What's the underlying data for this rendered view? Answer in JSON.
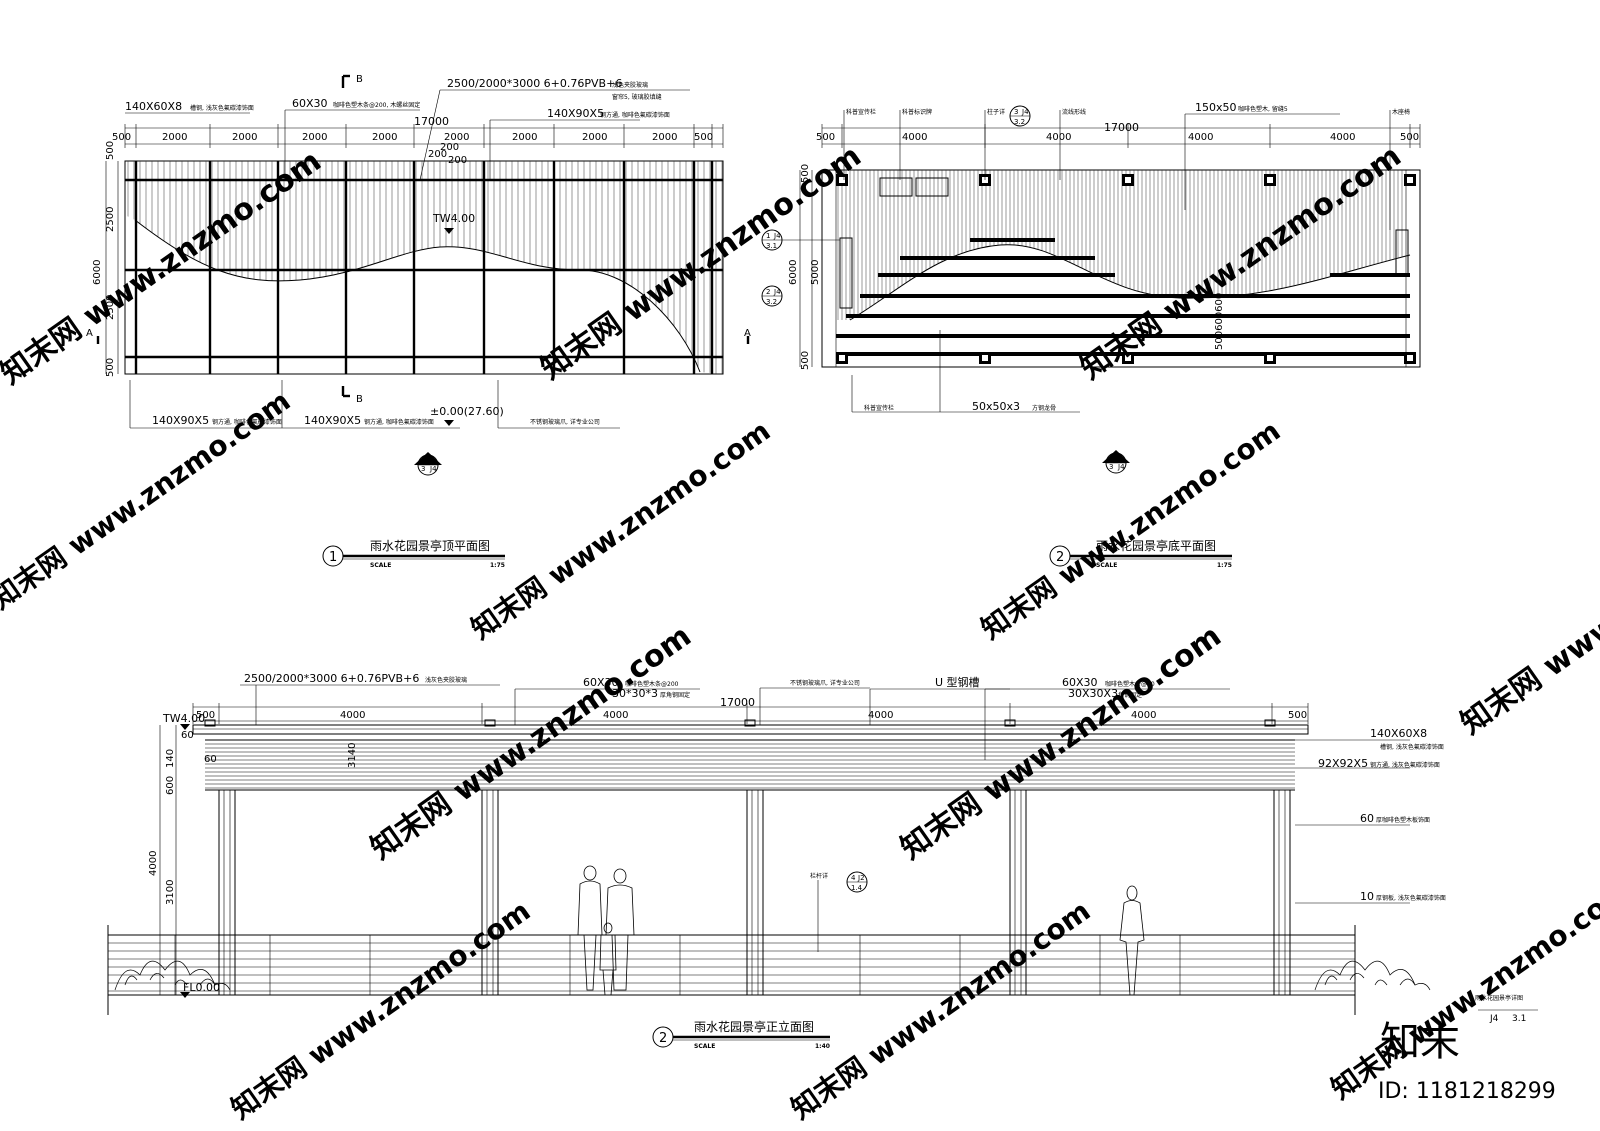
{
  "plan1": {
    "title": "雨水花园景亭顶平面图",
    "number": "1",
    "scale_label": "SCALE",
    "scale_value": "1:75",
    "section_marker_top": "B",
    "section_marker_bottom": "B",
    "section_marker_left": "A",
    "section_marker_right": "A",
    "overall_dim": "17000",
    "bay_dims": [
      "500",
      "2000",
      "2000",
      "2000",
      "2000",
      "2000",
      "2000",
      "2000",
      "2000",
      "500"
    ],
    "left_dims": [
      "500",
      "2500",
      "6000",
      "2500",
      "500"
    ],
    "small_dims": [
      "200",
      "200",
      "200"
    ],
    "elevation_mark": "TW4.00",
    "ground_mark": "±0.00(27.60)",
    "callout_top": "3",
    "callout_bottom": "J4",
    "notes": {
      "n1": "140X60X8",
      "n1s": "槽钢, 浅灰色氟碳漆饰面",
      "n2": "60X30",
      "n2s": "咖啡色塑木条@200, 木螺丝固定",
      "n3": "2500/2000*3000  6+0.76PVB+6",
      "n3s": "浅色夹胶玻璃",
      "n3b": "窗帘5, 玻璃胶填缝",
      "n4": "140X90X5",
      "n4s": "钢方通, 咖啡色氟碳漆饰面",
      "n5": "140X90X5",
      "n5s": "钢方通, 咖啡色氟碳漆饰面",
      "n6": "140X90X5",
      "n6s": "钢方通, 咖啡色氟碳漆饰面",
      "n7": "不锈钢玻璃爪, 详专业公司"
    }
  },
  "plan2": {
    "title": "雨水花园景亭底平面图",
    "number": "2",
    "scale_label": "SCALE",
    "scale_value": "1:75",
    "overall_dim": "17000",
    "bay_dims": [
      "500",
      "4000",
      "4000",
      "4000",
      "4000",
      "500"
    ],
    "left_dims": [
      "500",
      "6000",
      "5000",
      "500"
    ],
    "mid_dim": "500600600",
    "callout_top": "3",
    "callout_bottom": "J4",
    "detail_1": {
      "top": "1",
      "right": "J4",
      "bottom": "3.1"
    },
    "detail_2": {
      "top": "2",
      "right": "J4",
      "bottom": "3.2"
    },
    "detail_3": {
      "top": "3",
      "right": "J4",
      "bottom": "3.2"
    },
    "notes": {
      "a": "科普宣传栏",
      "b": "科普标识牌",
      "c": "柱子详",
      "d": "流线形线",
      "e": "150x50",
      "es": "咖啡色塑木, 留缝5",
      "f": "木座椅",
      "g": "科普宣传栏",
      "h": "50x50x3",
      "hs": "方钢龙骨"
    }
  },
  "elevation": {
    "title": "雨水花园景亭正立面图",
    "number": "2",
    "scale_label": "SCALE",
    "scale_value": "1:40",
    "overall_dim": "17000",
    "bay_dims": [
      "500",
      "4000",
      "4000",
      "4000",
      "4000",
      "500"
    ],
    "top_mark": "TW4.00",
    "floor_mark": "FL0.00",
    "left_dims": [
      "60",
      "140",
      "60",
      "600",
      "4000",
      "3100"
    ],
    "mid_dim": "3140",
    "detail": {
      "top": "4",
      "right": "J2",
      "bottom": "1.4"
    },
    "notes": {
      "a": "2500/2000*3000  6+0.76PVB+6",
      "as": "浅灰色夹胶玻璃",
      "b": "60X30",
      "bs": "咖啡色塑木条@200",
      "c": "30*30*3",
      "cs": "厚角钢固定",
      "d": "不锈钢玻璃爪, 详专业公司",
      "e": "U 型钢槽",
      "f": "60X30",
      "fs": "咖啡色塑木条@90",
      "g": "30X30X3",
      "gs": "角钢固定",
      "h": "140X60X8",
      "hs": "槽钢, 浅灰色氟碳漆饰面",
      "i": "92X92X5",
      "is": "钢方通, 浅灰色氟碳漆饰面",
      "j": "60",
      "js": "厚咖啡色塑木板饰面",
      "k": "10",
      "ks": "厚钢板, 浅灰色氟碳漆饰面",
      "l": "栏杆详",
      "m": "雨水花园景亭详图",
      "m2": "J4",
      "m3": "3.1"
    }
  },
  "watermarks": {
    "text": "知末网 www.znzmo.com",
    "brand": "知末",
    "id": "ID: 1181218299"
  }
}
